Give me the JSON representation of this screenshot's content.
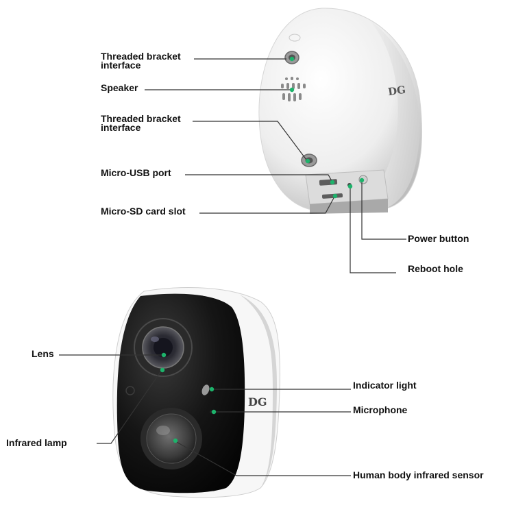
{
  "labels": {
    "bracket_top": [
      "Threaded bracket",
      "interface"
    ],
    "speaker": "Speaker",
    "bracket_mid": [
      "Threaded bracket",
      "interface"
    ],
    "micro_usb": "Micro-USB port",
    "micro_sd": "Micro-SD card slot",
    "power": "Power button",
    "reboot": "Reboot hole",
    "lens": "Lens",
    "indicator": "Indicator light",
    "microphone": "Microphone",
    "infrared_lamp": "Infrared lamp",
    "pir": "Human body infrared sensor"
  },
  "logo_text": "DG",
  "colors": {
    "marker": "#1db36b",
    "line": "#333333",
    "text": "#111111"
  }
}
